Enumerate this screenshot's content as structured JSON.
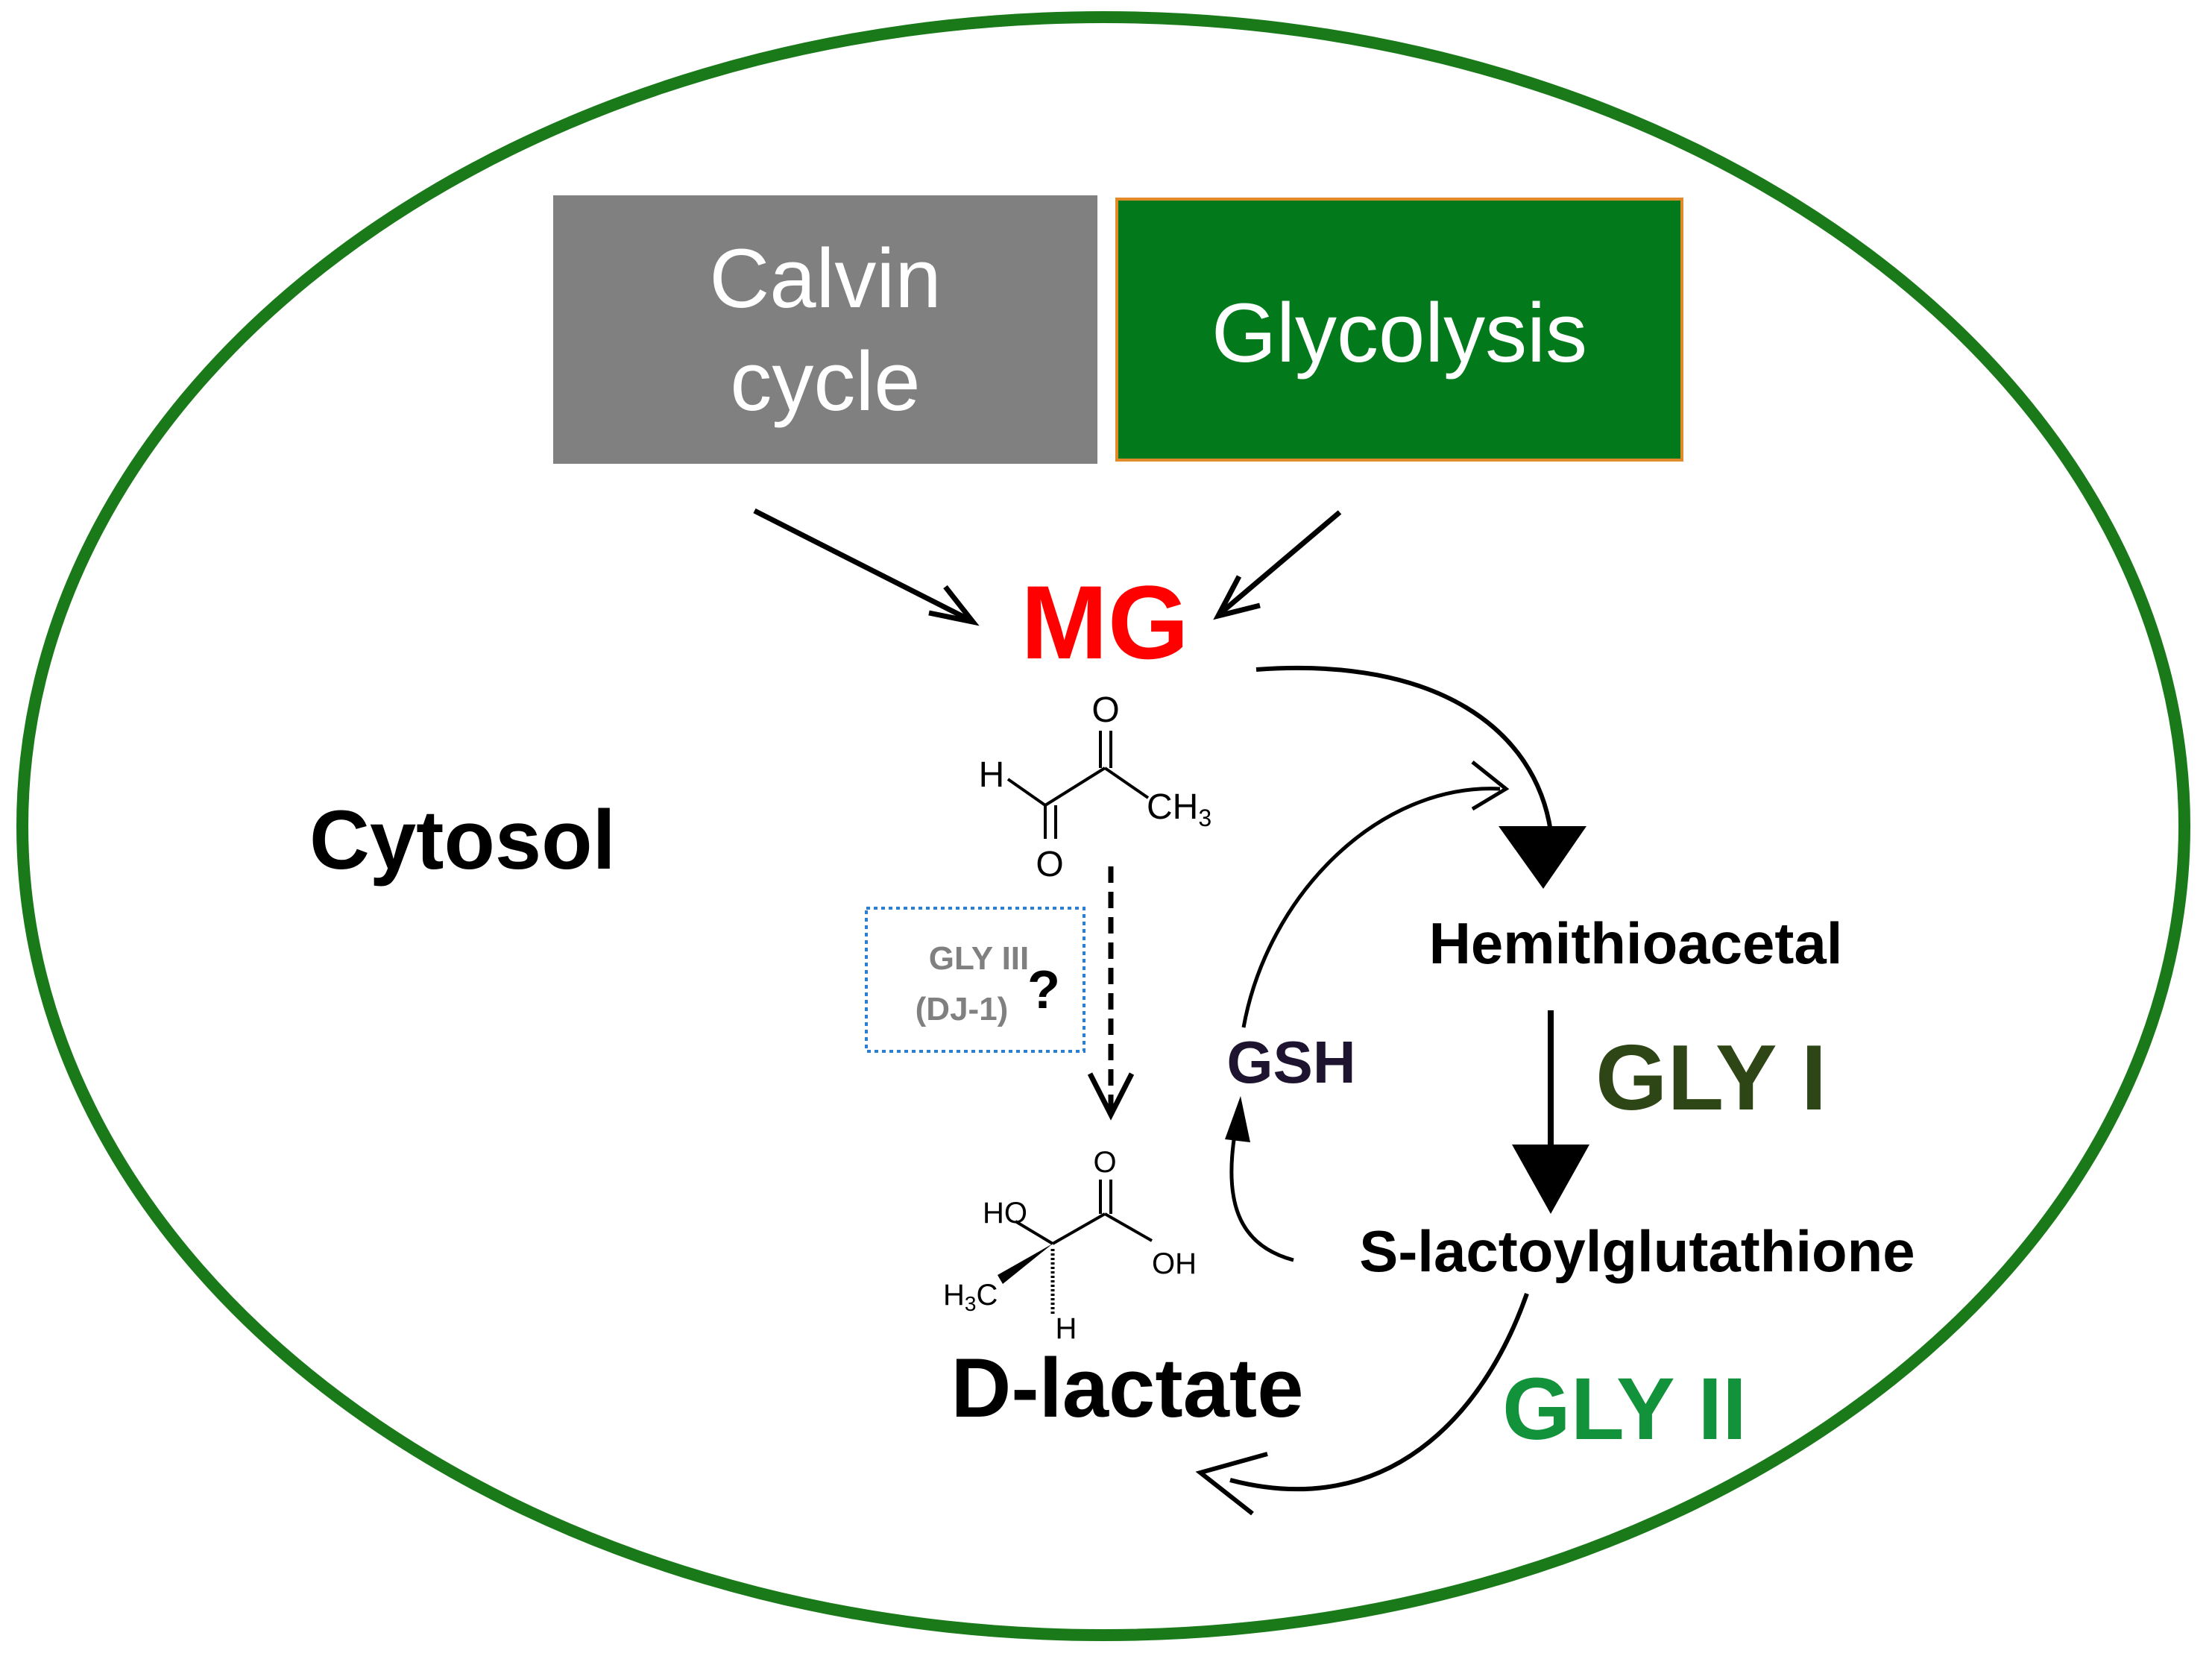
{
  "boxes": {
    "calvin_line1": "Calvin",
    "calvin_line2": "cycle",
    "glycolysis": "Glycolysis"
  },
  "labels": {
    "mg": "MG",
    "cytosol": "Cytosol",
    "hemithioacetal": "Hemithioacetal",
    "gly1": "GLY I",
    "gsh": "GSH",
    "s_lactoylglutathione": "S-lactoylglutathione",
    "gly2": "GLY II",
    "d_lactate": "D-lactate",
    "gly3_line1": "GLY III",
    "gly3_line2": "(DJ-1)",
    "question": "?"
  },
  "mg_structure": {
    "h": "H",
    "o_top": "O",
    "o_bottom": "O",
    "ch": "CH",
    "sub3": "3"
  },
  "lactate_structure": {
    "o_top": "O",
    "ho": "HO",
    "oh": "OH",
    "h": "H",
    "sub3": "3",
    "h3c_h": "H",
    "h3c_c": "C"
  },
  "colors": {
    "cell_border": "#1a7a1a",
    "calvin_box": "#808080",
    "glycolysis_box": "#027a1c",
    "glycolysis_border": "#e08a2a",
    "mg": "#ff0000",
    "gly1": "#2e4515",
    "gly2": "#12923a",
    "gly3_box_border": "#2a7fd4",
    "gly3_text": "#808080",
    "gsh": "#1f1430"
  }
}
